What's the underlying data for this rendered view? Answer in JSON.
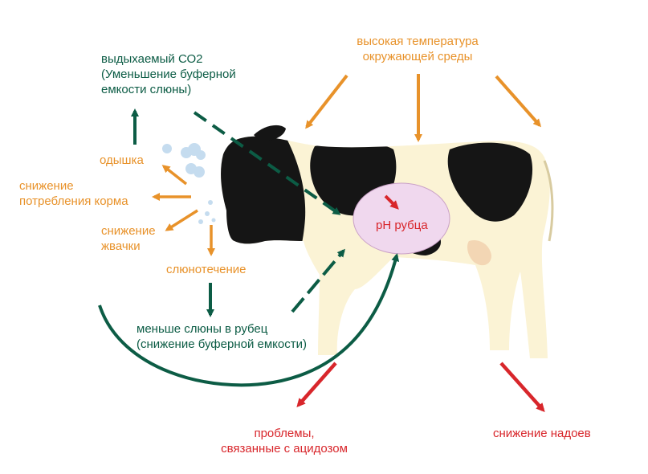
{
  "labels": {
    "heat_line1": "высокая температура",
    "heat_line2": "окружающей среды",
    "co2_line1": "выдыхаемый СО2",
    "co2_line2": "(Уменьшение буферной",
    "co2_line3": "емкости слюны)",
    "dyspnea": "одышка",
    "feed_line1": "снижение",
    "feed_line2": "потребления корма",
    "cud_line1": "снижение",
    "cud_line2": "жвачки",
    "salivation": "слюнотечение",
    "less_saliva_line1": "меньше слюны в рубец",
    "less_saliva_line2": "(снижение буферной емкости)",
    "rumen_ph": "pH рубца",
    "acidosis_line1": "проблемы,",
    "acidosis_line2": "связанные с ацидозом",
    "milk_drop": "снижение надоев"
  },
  "colors": {
    "orange": "#e8922a",
    "green": "#0c5c45",
    "red": "#d8262b",
    "cow_cream": "#fbf3d5",
    "cow_black": "#151515",
    "rumen_pink": "#f0d8ee"
  }
}
